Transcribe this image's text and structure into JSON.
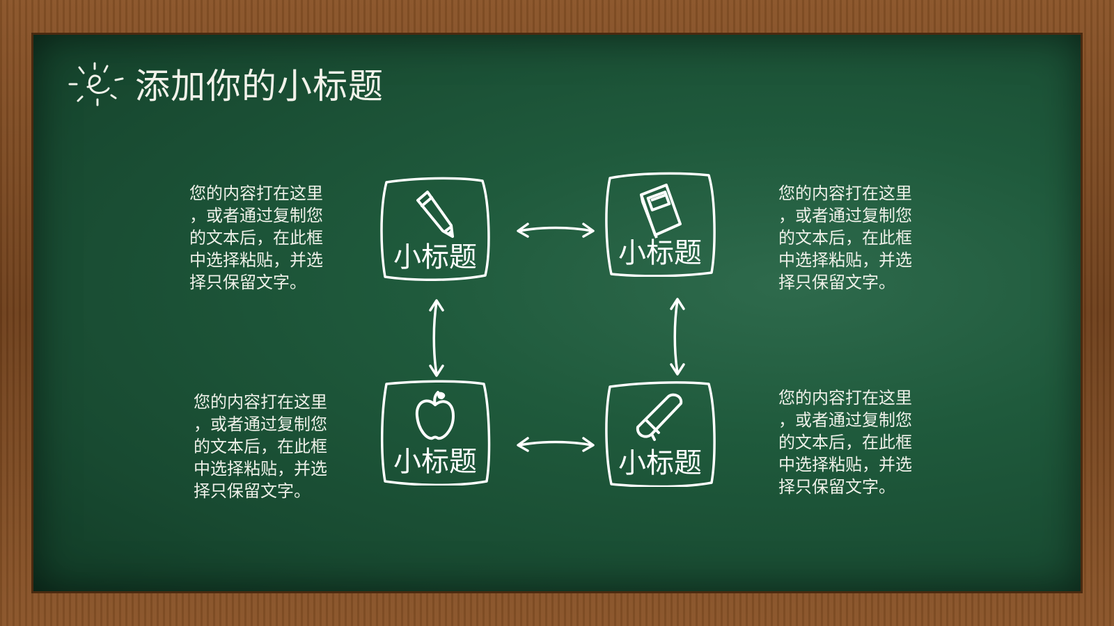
{
  "slide": {
    "title": "添加你的小标题",
    "boxes": [
      {
        "label": "小标题",
        "icon": "pencil-icon"
      },
      {
        "label": "小标题",
        "icon": "book-icon"
      },
      {
        "label": "小标题",
        "icon": "apple-icon"
      },
      {
        "label": "小标题",
        "icon": "eraser-icon"
      }
    ],
    "descriptions": [
      "您的内容打在这里\n，或者通过复制您\n的文本后，在此框\n中选择粘贴，并选\n择只保留文字。",
      "您的内容打在这里\n，或者通过复制您\n的文本后，在此框\n中选择粘贴，并选\n择只保留文字。",
      "您的内容打在这里\n，或者通过复制您\n的文本后，在此框\n中选择粘贴，并选\n择只保留文字。",
      "您的内容打在这里\n，或者通过复制您\n的文本后，在此框\n中选择粘贴，并选\n择只保留文字。"
    ],
    "colors": {
      "board": "#1f5a3c",
      "chalk": "#ffffff",
      "wood": "#7a4a22"
    }
  }
}
